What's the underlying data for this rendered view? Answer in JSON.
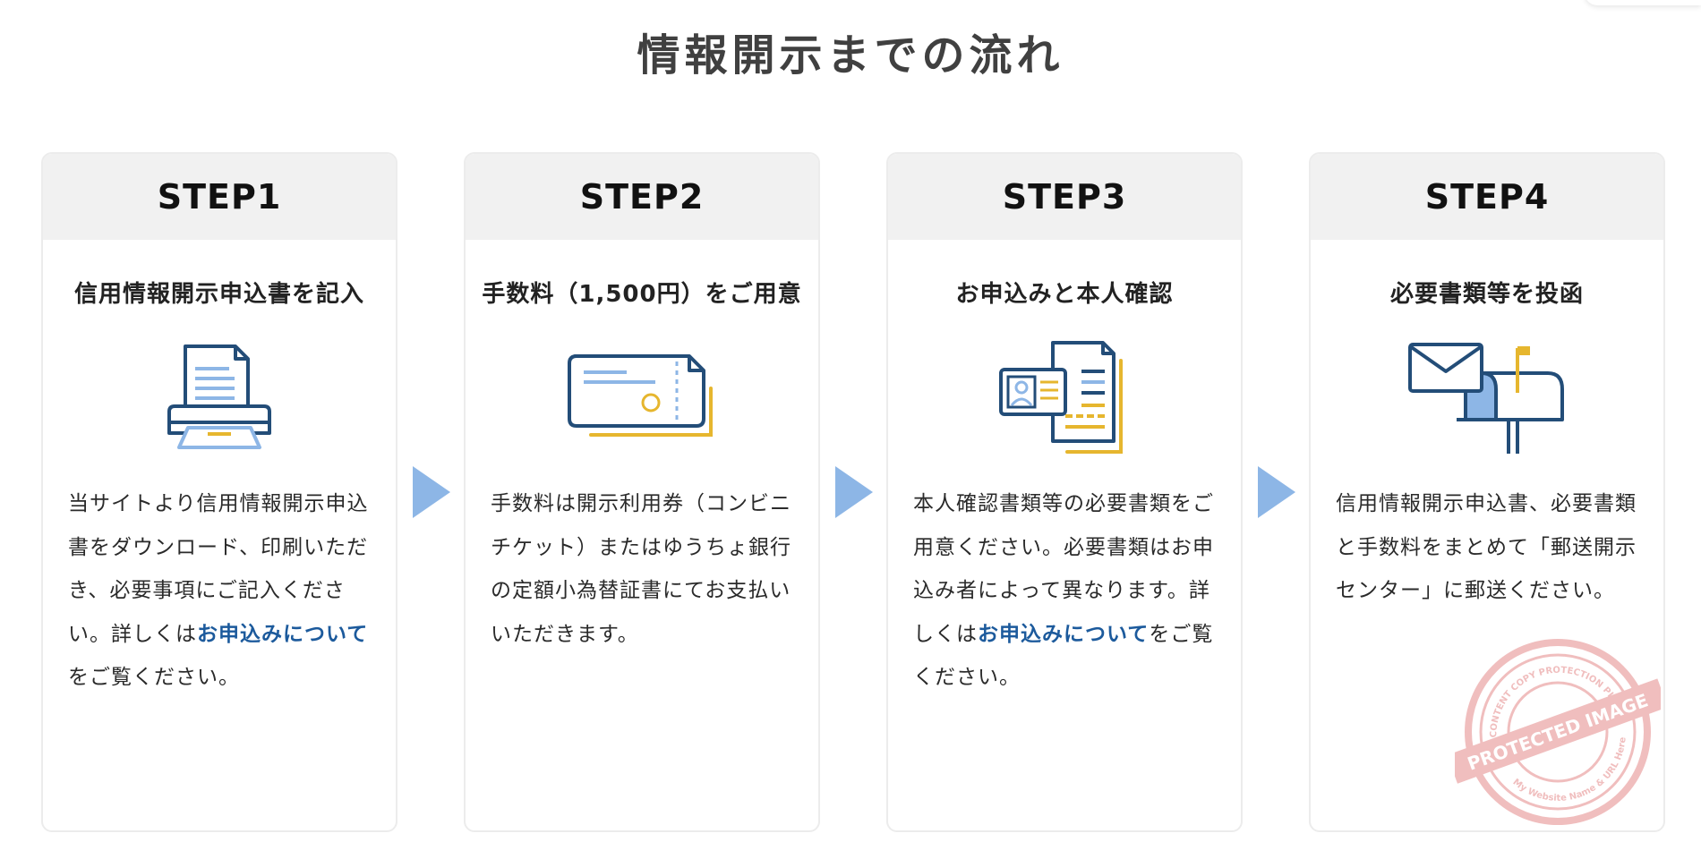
{
  "page": {
    "title": "情報開示までの流れ"
  },
  "steps": [
    {
      "step": "STEP1",
      "title": "信用情報開示申込書を記入",
      "icon": "printer-icon",
      "desc_before": "当サイトより信用情報開示申込書をダウンロード、印刷いただき、必要事項にご記入ください。詳しくは",
      "link": "お申込みについて",
      "desc_after": "をご覧ください。"
    },
    {
      "step": "STEP2",
      "title": "手数料（1,500円）をご用意",
      "icon": "ticket-icon",
      "desc": "手数料は開示利用券（コンビニチケット）またはゆうちょ銀行の定額小為替証書にてお支払いいただきます。"
    },
    {
      "step": "STEP3",
      "title": "お申込みと本人確認",
      "icon": "id-documents-icon",
      "desc_before": "本人確認書類等の必要書類をご用意ください。必要書類はお申込み者によって異なります。詳しくは",
      "link": "お申込みについて",
      "desc_after": "をご覧ください。"
    },
    {
      "step": "STEP4",
      "title": "必要書類等を投函",
      "icon": "mailbox-icon",
      "desc": "信用情報開示申込書、必要書類と手数料をまとめて「郵送開示センター」に郵送ください。"
    }
  ],
  "watermark": {
    "main": "PROTECTED IMAGE",
    "top": "WP CONTENT COPY PROTECTION PLUGIN",
    "bottom": "My Website Name & URL Here"
  },
  "colors": {
    "navy": "#234d78",
    "light_blue": "#8db6e6",
    "yellow": "#e6b62e",
    "link": "#1c5a9c",
    "arrow": "#8db6e6",
    "stamp": "#e58a8a"
  }
}
